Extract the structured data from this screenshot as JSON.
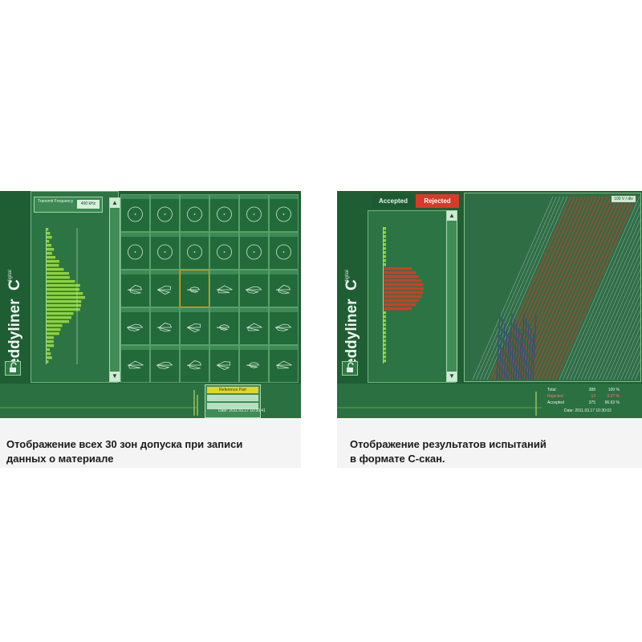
{
  "left_panel": {
    "brand": "eddyliner",
    "brand_letter": "C",
    "brand_sub": "digital",
    "freq_label": "Transmit Frequency",
    "freq_value": "400 kHz",
    "ref_label": "Reference Part",
    "date": "Date: 2011.03.17 10:30:41",
    "caption_line1": "Отображение всех 30 зон допуска при записи",
    "caption_line2": "данных о материале"
  },
  "right_panel": {
    "brand": "eddyliner",
    "brand_letter": "C",
    "brand_sub": "digital",
    "tab_accepted": "Accepted",
    "tab_rejected": "Rejected",
    "range_label": "100 V / div",
    "stats": [
      {
        "key": "Total",
        "count": "388",
        "percent": "100 %",
        "color": "#e8f5ea"
      },
      {
        "key": "Rejected",
        "count": "13",
        "percent": "3.37 %",
        "color": "#ff7a6a"
      },
      {
        "key": "Accepted",
        "count": "375",
        "percent": "96.63 %",
        "color": "#e8f5ea"
      }
    ],
    "date": "Date: 2011.03.17 10:30:02",
    "caption_line1": "Отображение результатов испытаний",
    "caption_line2": "в формате С-скан."
  },
  "colors": {
    "panel_bg": "#1f5e33",
    "histo_green": "#8fd13f",
    "histo_red": "#d8382a",
    "rejected_tab": "#d83a2a"
  }
}
